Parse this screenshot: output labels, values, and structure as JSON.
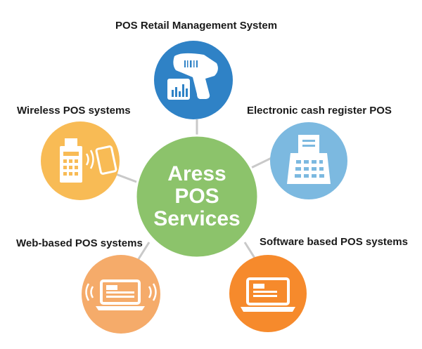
{
  "center": {
    "lines": [
      "Aress",
      "POS",
      "Services"
    ],
    "color": "#8cc36b"
  },
  "nodes": [
    {
      "key": "retail",
      "label": "POS Retail Management System",
      "color": "#2f82c6",
      "icon": "barcode-scanner-icon"
    },
    {
      "key": "ecr",
      "label": "Electronic cash register POS",
      "color": "#7cb9e0",
      "icon": "cash-register-icon"
    },
    {
      "key": "software",
      "label": "Software based POS systems",
      "color": "#f68a2c",
      "icon": "laptop-icon"
    },
    {
      "key": "web",
      "label": "Web-based POS systems",
      "color": "#f5ab6a",
      "icon": "laptop-wireless-icon"
    },
    {
      "key": "wireless",
      "label": "Wireless POS systems",
      "color": "#f8bb55",
      "icon": "card-terminal-phone-icon"
    }
  ],
  "connector_color": "#c9c9c9"
}
